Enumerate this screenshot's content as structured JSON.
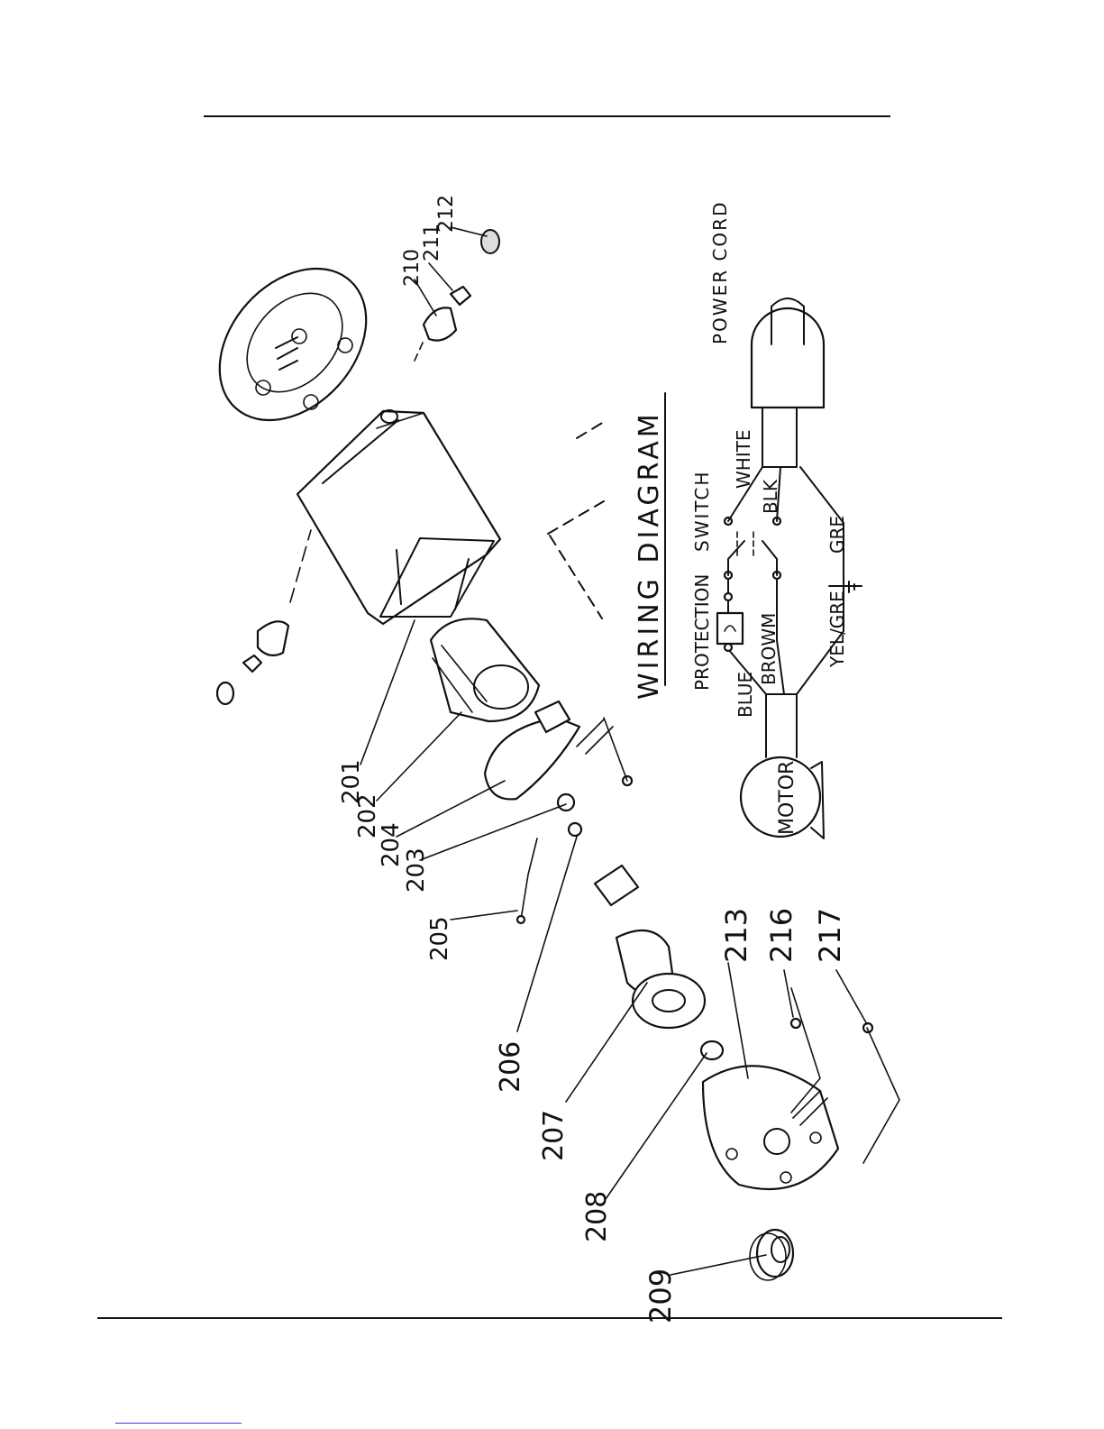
{
  "page": {
    "parts": [
      {
        "ref": "201",
        "callout": "201"
      },
      {
        "ref": "202",
        "callout": "202"
      },
      {
        "ref": "203",
        "callout": "203"
      },
      {
        "ref": "204",
        "callout": "204"
      },
      {
        "ref": "205",
        "callout": "205"
      },
      {
        "ref": "206",
        "callout": "206"
      },
      {
        "ref": "207",
        "callout": "207"
      },
      {
        "ref": "208",
        "callout": "208"
      },
      {
        "ref": "209",
        "callout": "209"
      },
      {
        "ref": "210",
        "callout": "210"
      },
      {
        "ref": "211",
        "callout": "211"
      },
      {
        "ref": "212",
        "callout": "212"
      },
      {
        "ref": "213",
        "callout": "213"
      },
      {
        "ref": "216",
        "callout": "216"
      },
      {
        "ref": "217",
        "callout": "217"
      }
    ],
    "wiring": {
      "title": "WIRING DIAGRAM",
      "protection": "PROTECTION",
      "switch": "SWITCH",
      "power_cord": "POWER CORD",
      "motor": "MOTOR",
      "wires": {
        "blue": "BLUE",
        "brown": "BROWM",
        "white": "WHITE",
        "black": "BLK",
        "yellow_green": "YEL/GRE",
        "green": "GRE"
      }
    }
  }
}
